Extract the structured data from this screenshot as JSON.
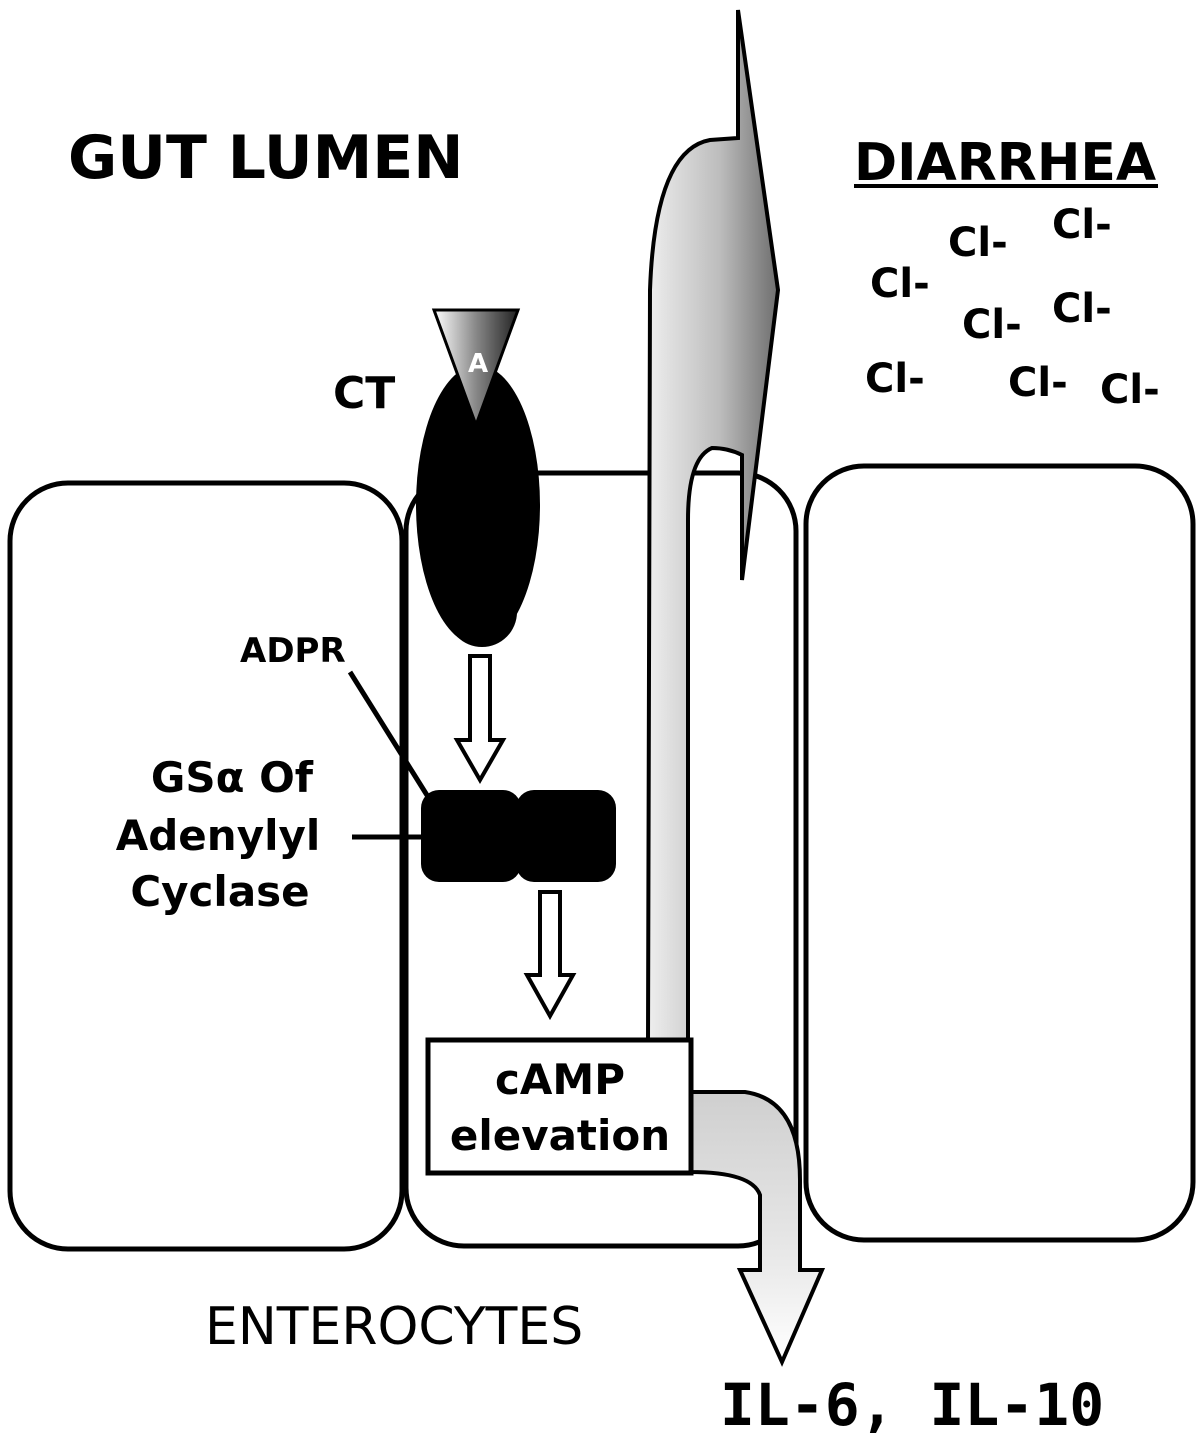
{
  "labels": {
    "gut_lumen": "GUT LUMEN",
    "diarrhea": "DIARRHEA",
    "ct": "CT",
    "a_subunit": "A",
    "adpr": "ADPR",
    "gs_line1": "GSα Of",
    "gs_line2": "Adenylyl",
    "gs_line3": "Cyclase",
    "camp_line1": "cAMP",
    "camp_line2": "elevation",
    "enterocytes": "ENTEROCYTES",
    "interleukins": "IL-6, IL-10"
  },
  "ions": [
    "Cl-",
    "Cl-",
    "Cl-",
    "Cl-",
    "Cl-",
    "Cl-",
    "Cl-",
    "Cl-"
  ]
}
